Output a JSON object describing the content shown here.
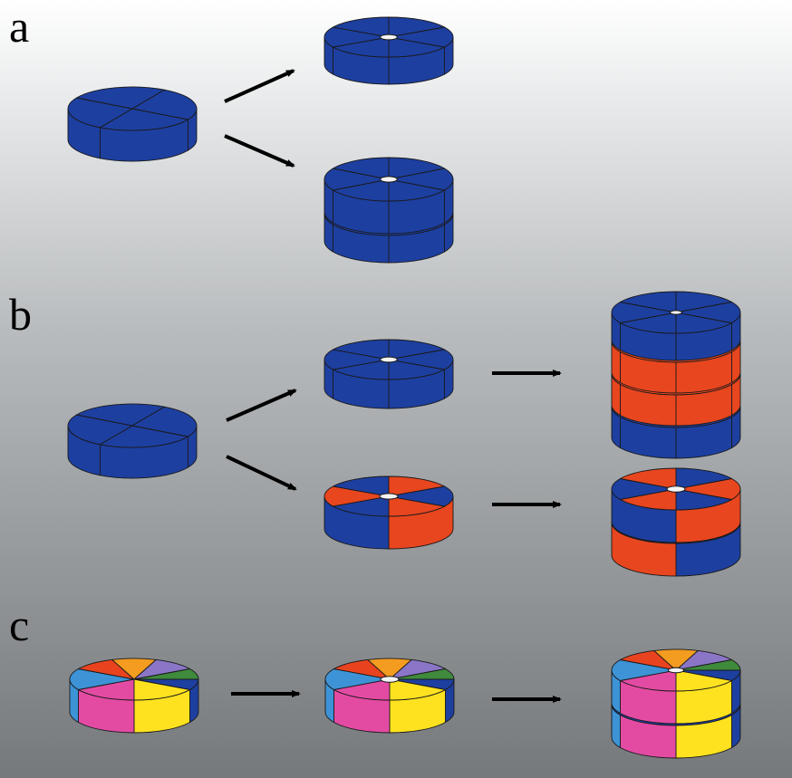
{
  "panels": [
    {
      "label": "a"
    },
    {
      "label": "b"
    },
    {
      "label": "c"
    }
  ],
  "colors": {
    "blue": "#1d3fa0",
    "blue_dark": "#19379a",
    "red": "#e8461f",
    "c_red": "#e8431e",
    "c_orange": "#f39c20",
    "c_purple": "#8a75c7",
    "c_green": "#3f8a3c",
    "c_navy": "#1d3fa0",
    "c_yellow": "#ffe21f",
    "c_pink": "#e34ba3",
    "c_lightblue": "#3d93d6",
    "arrow": "#000000"
  }
}
